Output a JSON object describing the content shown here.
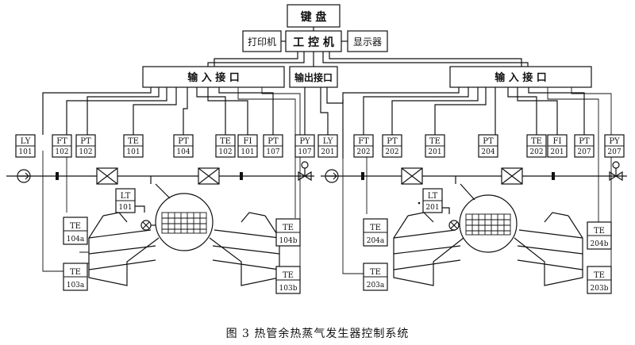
{
  "top_boxes": {
    "keyboard": "键 盘",
    "computer": "工 控 机",
    "printer": "打印机",
    "display": "显示器"
  },
  "interfaces": {
    "input_left": "输 入 接 口",
    "output": "输出接口",
    "input_right": "输 入 接 口"
  },
  "instruments": [
    {
      "id": "LY101",
      "tag": "LY",
      "num": "101"
    },
    {
      "id": "FT102",
      "tag": "FT",
      "num": "102"
    },
    {
      "id": "PT102",
      "tag": "PT",
      "num": "102"
    },
    {
      "id": "TE101",
      "tag": "TE",
      "num": "101"
    },
    {
      "id": "PT104",
      "tag": "PT",
      "num": "104"
    },
    {
      "id": "TE102",
      "tag": "TE",
      "num": "102"
    },
    {
      "id": "FI101",
      "tag": "FI",
      "num": "101"
    },
    {
      "id": "PT107",
      "tag": "PT",
      "num": "107"
    },
    {
      "id": "PY107",
      "tag": "PY",
      "num": "107"
    },
    {
      "id": "LY201",
      "tag": "LY",
      "num": "201"
    },
    {
      "id": "FT202",
      "tag": "FT",
      "num": "202"
    },
    {
      "id": "PT202",
      "tag": "PT",
      "num": "202"
    },
    {
      "id": "TE201",
      "tag": "TE",
      "num": "201"
    },
    {
      "id": "PT204",
      "tag": "PT",
      "num": "204"
    },
    {
      "id": "TE202",
      "tag": "TE",
      "num": "202"
    },
    {
      "id": "FI201",
      "tag": "FI",
      "num": "201"
    },
    {
      "id": "PT207",
      "tag": "PT",
      "num": "207"
    },
    {
      "id": "PY207",
      "tag": "PY",
      "num": "207"
    },
    {
      "id": "LT101",
      "tag": "LT",
      "num": "101"
    },
    {
      "id": "LT201",
      "tag": "LT",
      "num": "201"
    },
    {
      "id": "TE104a",
      "tag": "TE",
      "num": "104a"
    },
    {
      "id": "TE103a",
      "tag": "TE",
      "num": "103a"
    },
    {
      "id": "TE104b",
      "tag": "TE",
      "num": "104b"
    },
    {
      "id": "TE103b",
      "tag": "TE",
      "num": "103b"
    },
    {
      "id": "TE204a",
      "tag": "TE",
      "num": "204a"
    },
    {
      "id": "TE203a",
      "tag": "TE",
      "num": "203a"
    },
    {
      "id": "TE204b",
      "tag": "TE",
      "num": "204b"
    },
    {
      "id": "TE203b",
      "tag": "TE",
      "num": "203b"
    }
  ],
  "caption": "图 3    热管余热蒸气发生器控制系统"
}
